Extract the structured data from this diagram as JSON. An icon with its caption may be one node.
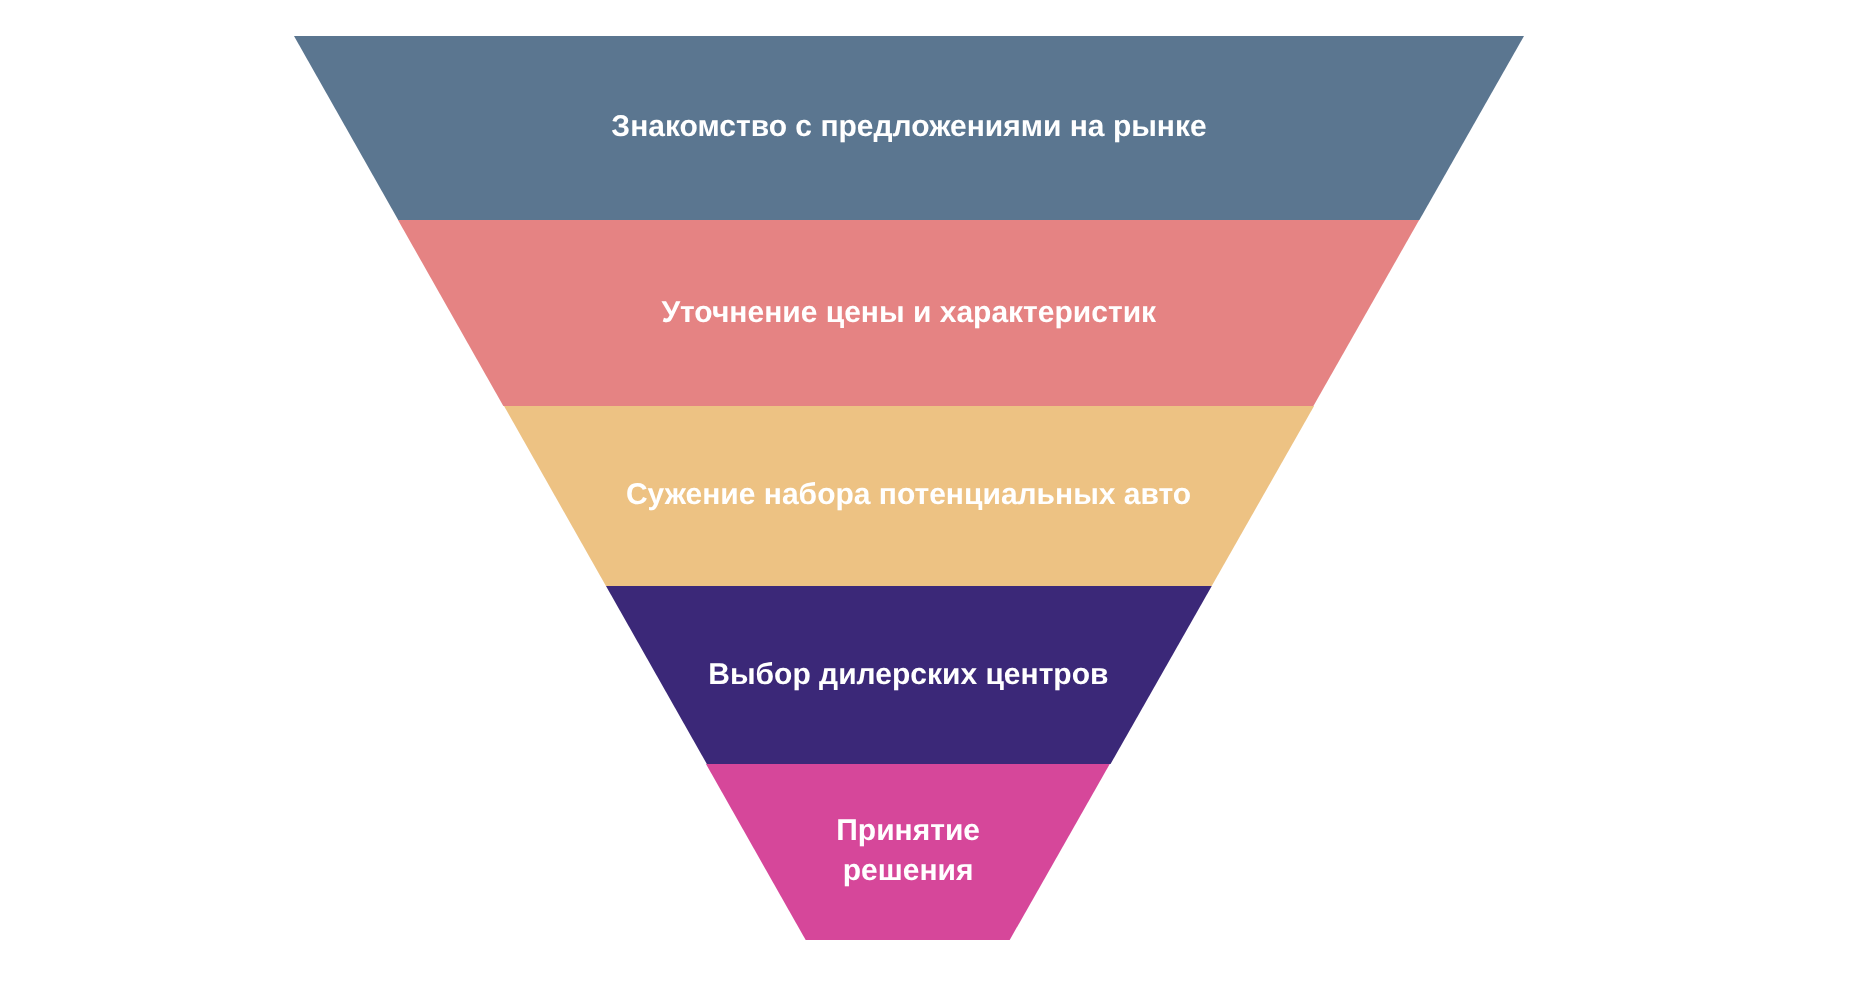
{
  "diagram": {
    "nodes": [
      {
        "text": [
          "Знакомство с предложениями на рынке"
        ]
      },
      {
        "text": [
          "Уточнение цены и характеристик"
        ]
      },
      {
        "text": [
          "Сужение набора потенциальных авто"
        ]
      },
      {
        "text": [
          "Выбор дилерских центров"
        ]
      },
      {
        "text": [
          "Принятие решения"
        ]
      }
    ]
  }
}
